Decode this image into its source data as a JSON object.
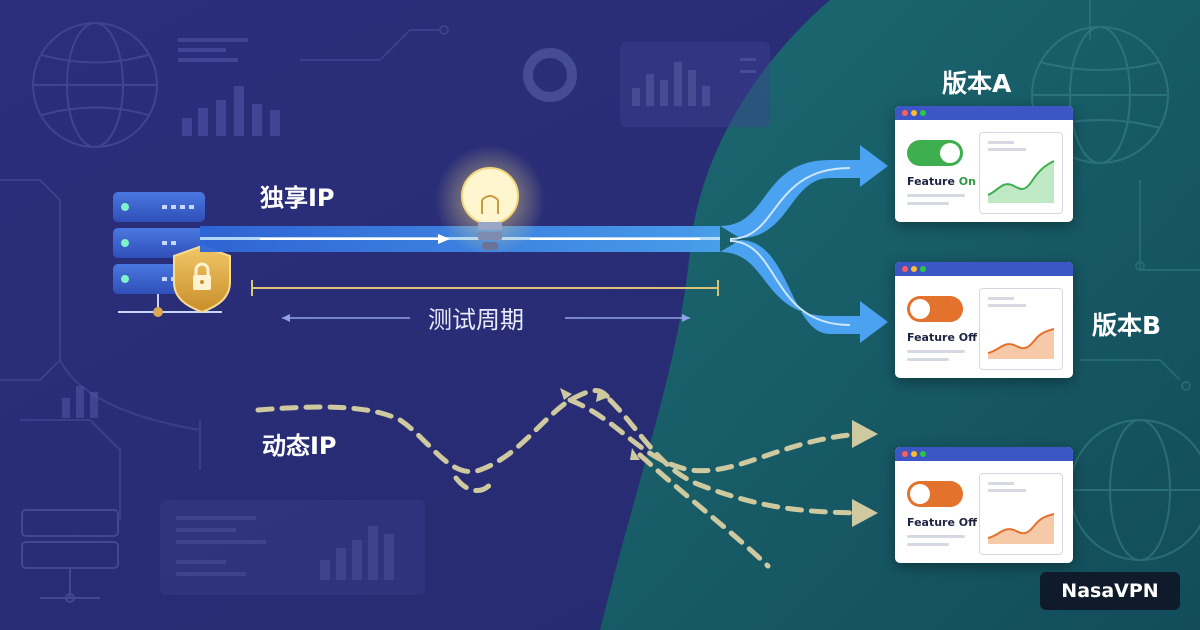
{
  "labels": {
    "dedicated_ip": "独享IP",
    "dynamic_ip": "动态IP",
    "test_cycle": "测试周期",
    "version_a": "版本A",
    "version_b": "版本B"
  },
  "cards": [
    {
      "feature_label": "Feature",
      "feature_state": "On",
      "toggle_state": "on"
    },
    {
      "feature_label": "Feature",
      "feature_state": "Off",
      "toggle_state": "off"
    },
    {
      "feature_label": "Feature",
      "feature_state": "Off",
      "toggle_state": "off"
    }
  ],
  "brand": {
    "name": "NasaVPN"
  },
  "icons": [
    "server-icon",
    "shield-lock-icon",
    "lightbulb-icon",
    "globe-icon",
    "arrow-icon"
  ],
  "colors": {
    "left_bg": "#2c2f7a",
    "right_bg": "#1a5e6a",
    "flow_blue": "#3d8fe8",
    "dashed": "#cfc9a0",
    "on": "#3fae4f",
    "off": "#e3722d"
  }
}
